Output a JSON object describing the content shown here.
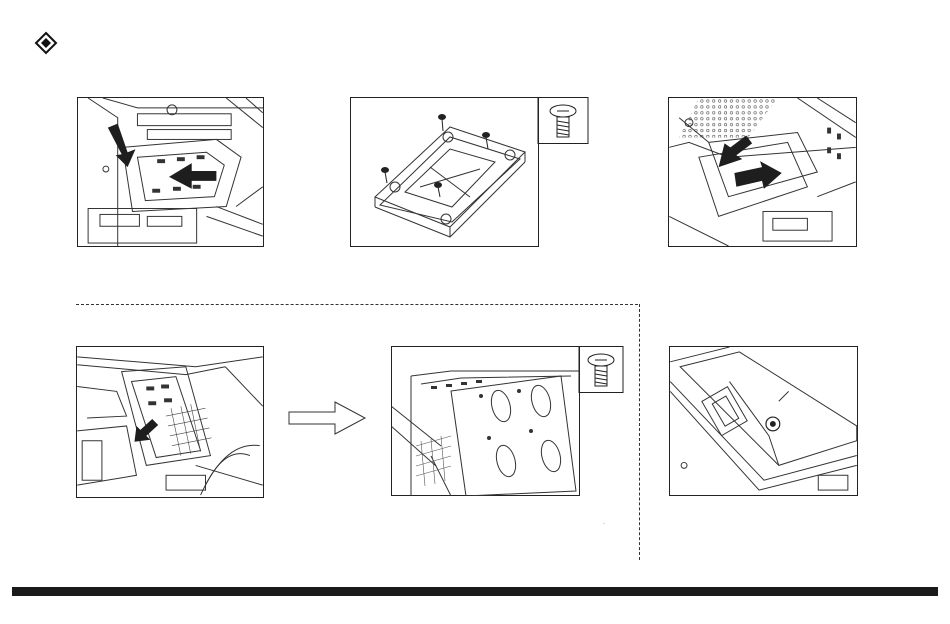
{
  "page": {
    "bullet_icon": "diamond-bullet-icon",
    "steps": [
      {
        "id": "step-1",
        "icon": "hdd-cage-release-illustration"
      },
      {
        "id": "step-2",
        "icon": "hdd-bracket-screws-illustration",
        "inset_icon": "screw-icon"
      },
      {
        "id": "step-3",
        "icon": "hdd-bracket-insert-illustration"
      },
      {
        "id": "step-4",
        "icon": "drive-bay-slide-illustration"
      },
      {
        "id": "step-5",
        "icon": "drive-bay-screws-illustration",
        "inset_icon": "screw-icon"
      },
      {
        "id": "step-6",
        "icon": "ssd-thumbscrew-illustration"
      }
    ],
    "transition_arrow_icon": "outline-right-arrow-icon",
    "stray_mark": "·",
    "colors": {
      "line": "#222222",
      "bar": "#1a1a1a",
      "arrow_fill": "#1e1e1e"
    }
  }
}
